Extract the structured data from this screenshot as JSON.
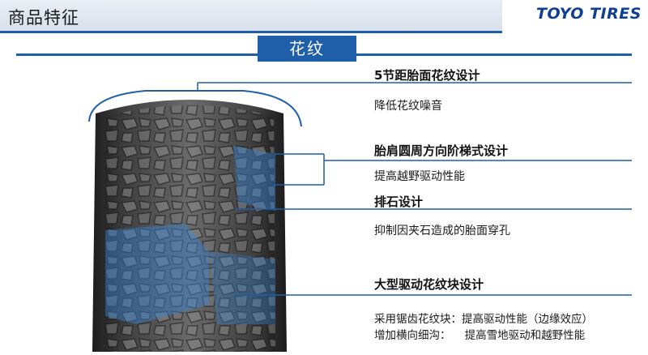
{
  "header": {
    "title": "商品特征"
  },
  "brand": {
    "logo_text": "TOYO TIRES"
  },
  "section": {
    "title": "花纹"
  },
  "features": [
    {
      "title": "5节距胎面花纹设计",
      "desc": "降低花纹噪音"
    },
    {
      "title": "胎肩圆周方向阶梯式设计",
      "desc": "提高越野驱动性能"
    },
    {
      "title": "排石设计",
      "desc": "抑制因夹石造成的胎面穿孔"
    },
    {
      "title": "大型驱动花纹块设计",
      "desc_lines": [
        "采用锯齿花纹块：提高驱动性能（边缘效应）",
        "增加横向细沟：    提高雪地驱动和越野性能"
      ]
    }
  ],
  "colors": {
    "accent": "#1f5ea8",
    "logo": "#0e3f94",
    "highlight": "#3a86d4"
  }
}
